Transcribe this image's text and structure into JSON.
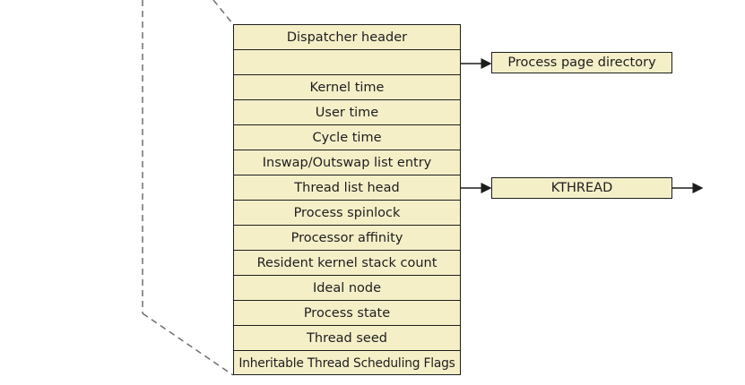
{
  "kprocess": {
    "fields": [
      {
        "label": "Dispatcher header"
      },
      {
        "label": ""
      },
      {
        "label": "Kernel time"
      },
      {
        "label": "User time"
      },
      {
        "label": "Cycle time"
      },
      {
        "label": "Inswap/Outswap list entry"
      },
      {
        "label": "Thread list head"
      },
      {
        "label": "Process spinlock"
      },
      {
        "label": "Processor affinity"
      },
      {
        "label": "Resident kernel stack count"
      },
      {
        "label": "Ideal node"
      },
      {
        "label": "Process state"
      },
      {
        "label": "Thread seed"
      },
      {
        "label": "Inheritable Thread Scheduling Flags"
      }
    ]
  },
  "process_page_directory": {
    "label": "Process page directory"
  },
  "kthread": {
    "label": "KTHREAD"
  },
  "colors": {
    "box_fill": "#f5efc8",
    "stroke": "#1d1d1d",
    "dash": "#6e6e6e"
  }
}
